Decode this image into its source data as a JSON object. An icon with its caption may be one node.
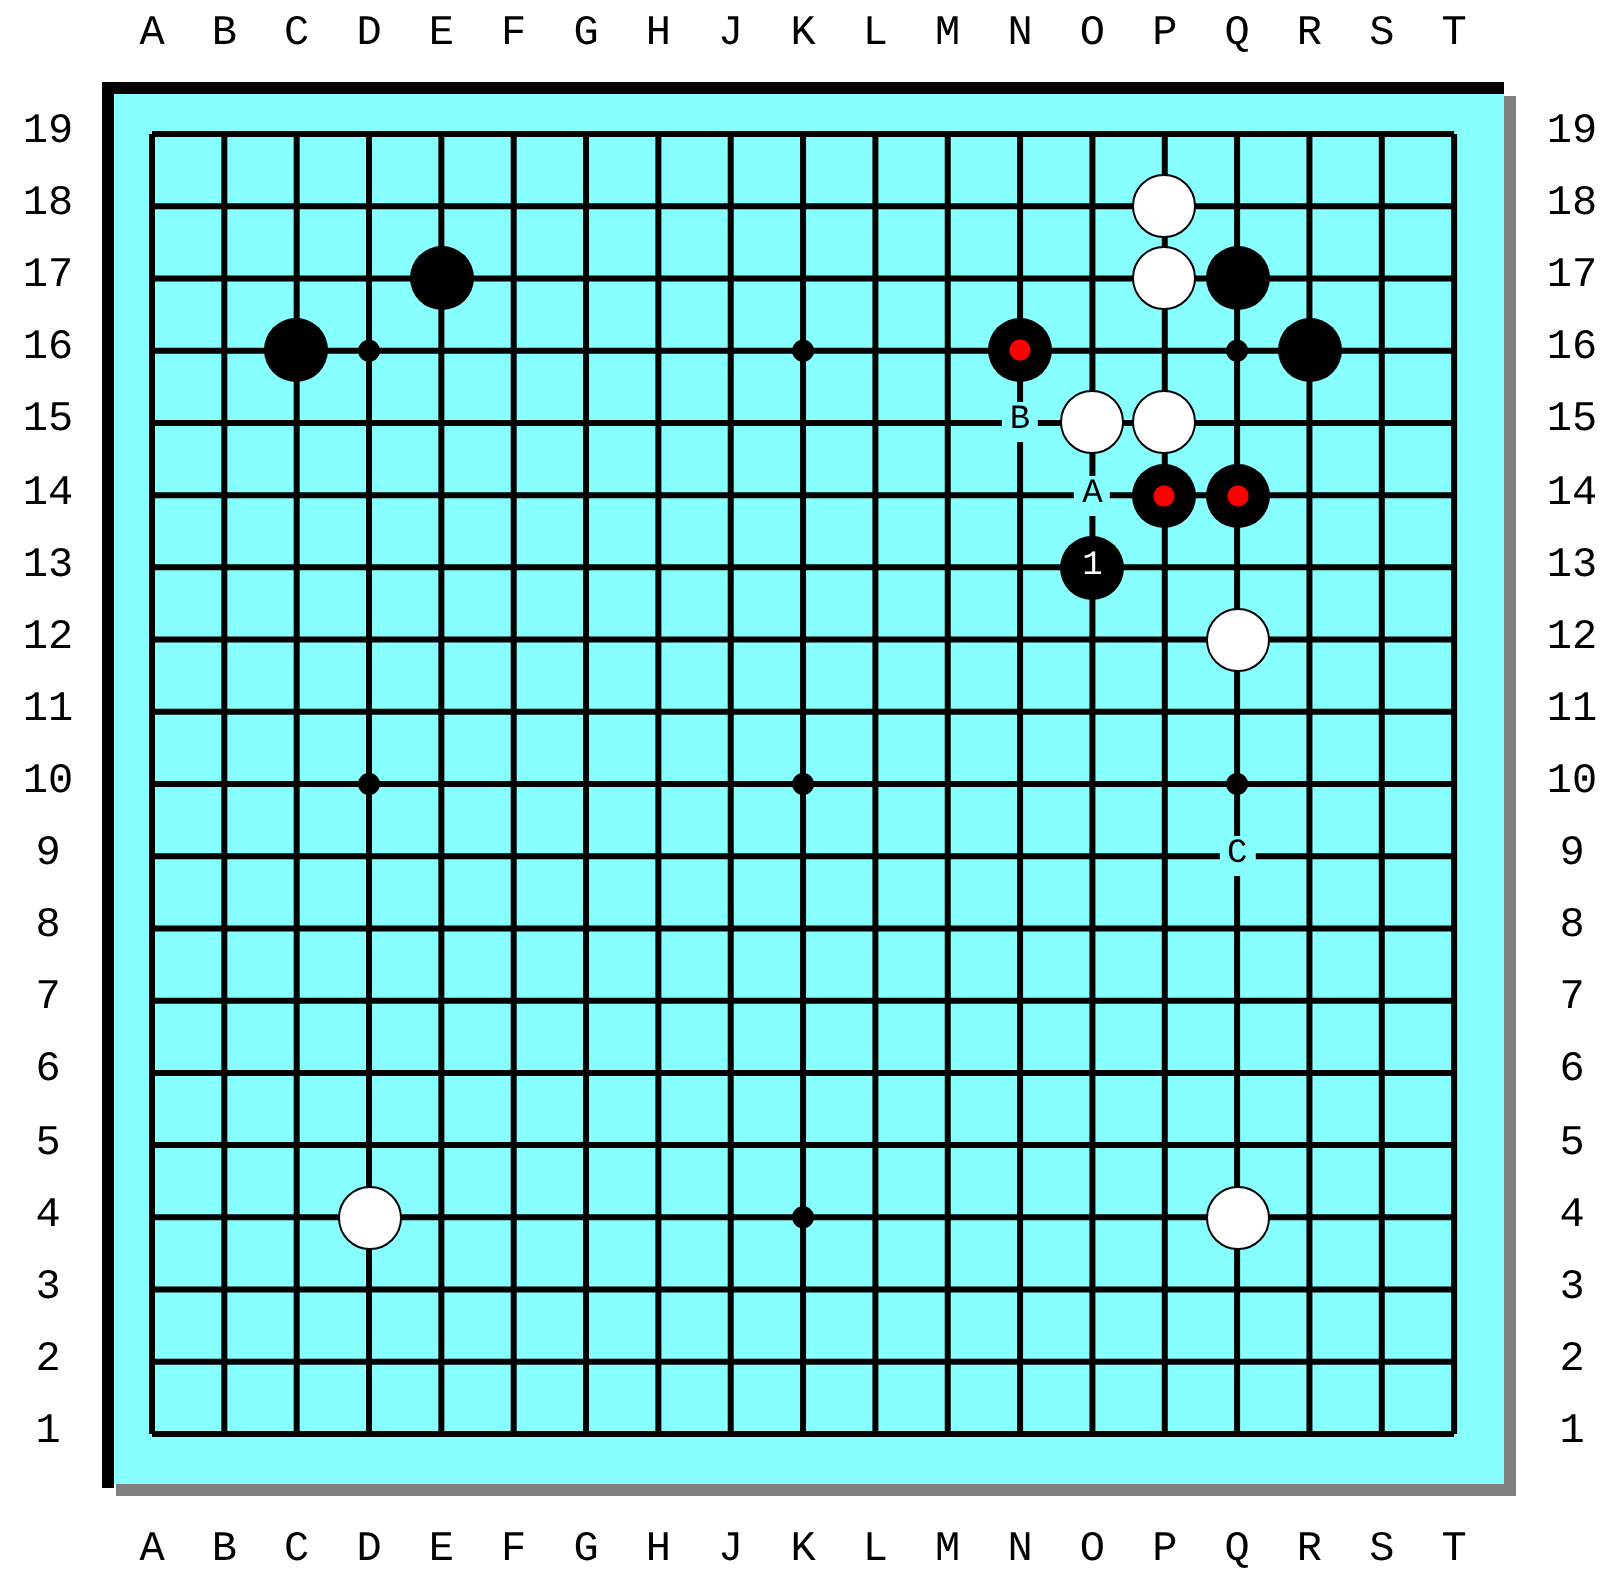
{
  "diagram": {
    "nodes": [
      {
        "text": [],
        "shape": "circle"
      },
      {
        "text": [],
        "shape": "circle"
      },
      {
        "text": [],
        "shape": "circle"
      },
      {
        "text": [],
        "shape": "circle"
      },
      {
        "text": [],
        "shape": "circle"
      },
      {
        "text": [],
        "shape": "circle"
      },
      {
        "text": [],
        "shape": "circle"
      },
      {
        "text": [],
        "shape": "circle"
      },
      {
        "text": [],
        "shape": "circle"
      },
      {
        "text": [],
        "shape": "circle"
      },
      {
        "text": [],
        "shape": "circle"
      },
      {
        "text": [
          "1"
        ]
      },
      {
        "text": [],
        "shape": "circle"
      },
      {
        "text": [],
        "shape": "circle"
      },
      {
        "text": [],
        "shape": "circle"
      }
    ],
    "labels": [
      "A",
      "B",
      "C",
      "D",
      "E",
      "F",
      "G",
      "H",
      "J",
      "K",
      "L",
      "M",
      "N",
      "O",
      "P",
      "Q",
      "R",
      "S",
      "T",
      "19",
      "19",
      "18",
      "18",
      "17",
      "17",
      "16",
      "16",
      "15",
      "B",
      "15",
      "14",
      "A",
      "14",
      "13",
      "13",
      "12",
      "12",
      "11",
      "11",
      "10",
      "10",
      "9",
      "C",
      "9",
      "8",
      "8",
      "7",
      "7",
      "6",
      "6",
      "5",
      "5",
      "4",
      "4",
      "3",
      "3",
      "2",
      "2",
      "1",
      "1",
      "A",
      "B",
      "C",
      "D",
      "E",
      "F",
      "G",
      "H",
      "J",
      "K",
      "L",
      "M",
      "N",
      "O",
      "P",
      "Q",
      "R",
      "S",
      "T"
    ]
  }
}
